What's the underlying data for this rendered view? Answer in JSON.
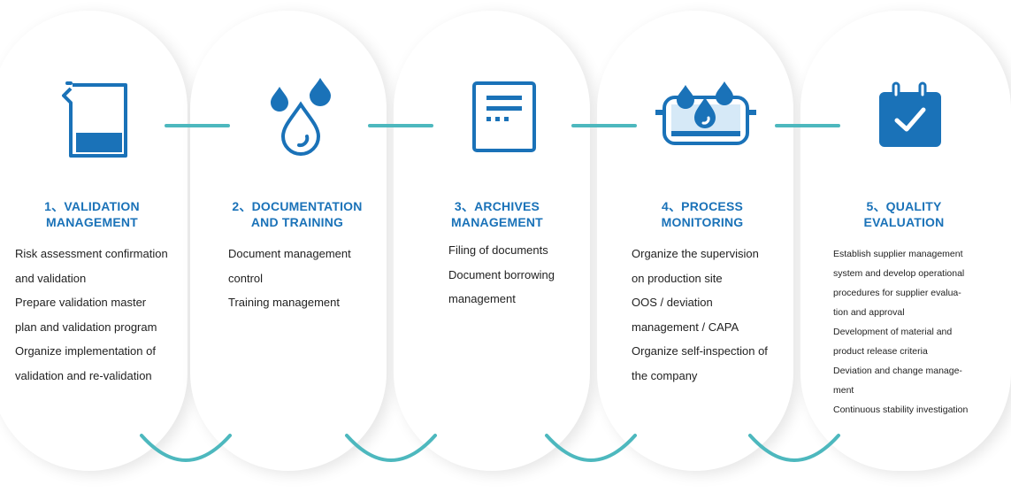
{
  "steps": [
    {
      "title_line1": "1、VALIDATION",
      "title_line2": "MANAGEMENT",
      "lines": [
        "Risk assessment confirmation",
        "and validation",
        "Prepare validation master",
        "plan and validation program",
        "Organize implementation of",
        "validation and re-validation"
      ],
      "icon": "beaker-icon"
    },
    {
      "title_line1": "2、DOCUMENTATION",
      "title_line2": "AND TRAINING",
      "lines": [
        "Document management",
        "control",
        "Training management"
      ],
      "icon": "water-drops-icon"
    },
    {
      "title_line1": "3、ARCHIVES",
      "title_line2": "MANAGEMENT",
      "lines": [
        "Filing of documents",
        "Document borrowing",
        "management"
      ],
      "icon": "document-icon"
    },
    {
      "title_line1": "4、PROCESS",
      "title_line2": "MONITORING",
      "lines": [
        "Organize the supervision",
        "on production site",
        "OOS / deviation",
        "management / CAPA",
        "Organize self-inspection of",
        "the company"
      ],
      "icon": "tank-drops-icon"
    },
    {
      "title_line1": "5、QUALITY",
      "title_line2": "EVALUATION",
      "lines": [
        "Establish supplier management",
        "system and develop operational",
        "procedures for supplier evalua-",
        "tion and approval",
        "Development of material and",
        "product release criteria",
        "Deviation and change manage-",
        "ment",
        "Continuous stability investigation"
      ],
      "icon": "calendar-check-icon"
    }
  ],
  "colors": {
    "primary": "#1a72b8",
    "connector": "#4db8be",
    "text": "#222222"
  }
}
